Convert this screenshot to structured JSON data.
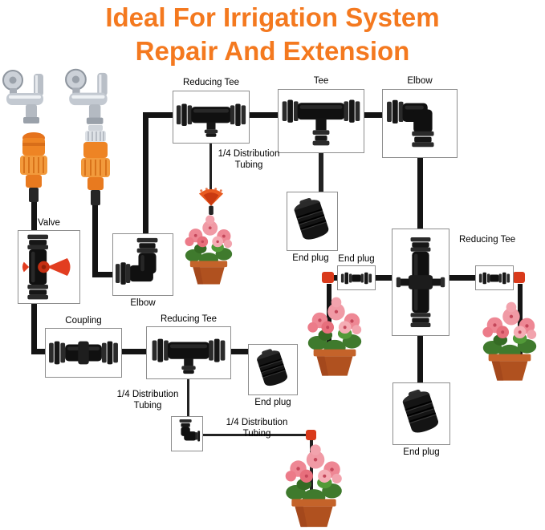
{
  "title": {
    "line1": "Ideal For Irrigation System",
    "line2": "Repair And Extension"
  },
  "labels": {
    "reducing_tee": "Reducing Tee",
    "tee": "Tee",
    "elbow": "Elbow",
    "valve": "Valve",
    "coupling": "Coupling",
    "end_plug": "End plug",
    "distribution_tubing": "1/4 Distribution Tubing"
  },
  "colors": {
    "title_orange": "#f4791f",
    "tubing_black": "#141414",
    "fitting_black": "#101010",
    "emitter_red": "#d93a1b",
    "valve_handle_red": "#e23d20",
    "adapter_orange": "#ee8424",
    "pot_terracotta": "#b0511f",
    "flower_pink": "#ee8794",
    "leaf_green": "#3f7a2d"
  }
}
